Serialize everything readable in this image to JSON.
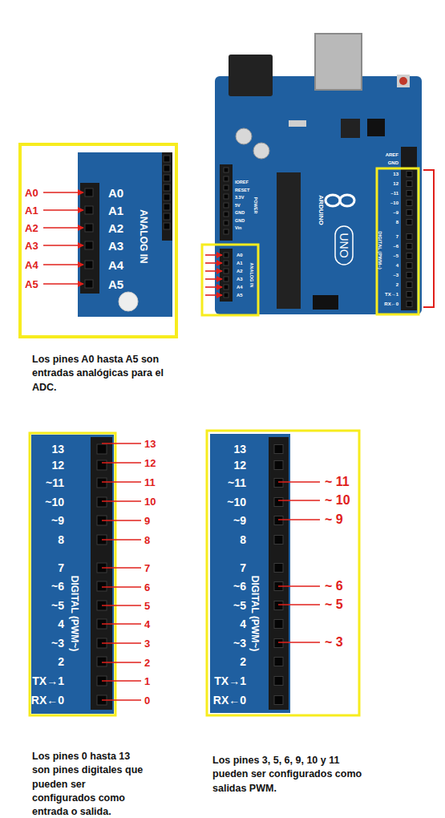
{
  "diagram": {
    "labels": [
      "A0",
      "A1",
      "A2",
      "A3",
      "A4",
      "A5",
      "A0",
      "A1",
      "A2",
      "A3",
      "A4",
      "A5",
      "ANALOG IN",
      "AREF",
      "GND",
      "13",
      "12",
      "~11",
      "~10",
      "~9",
      "8",
      "7",
      "~6",
      "~5",
      "4",
      "~3",
      "2",
      "TX→1",
      "RX←0",
      "DIGITAL (PWM~)",
      "IOREF",
      "RESET",
      "3.3V",
      "5V",
      "GND",
      "GND",
      "Vin",
      "POWER",
      "A0",
      "A1",
      "A2",
      "A3",
      "A4",
      "A5",
      "ANALOG IN",
      "ARDUINO",
      "UNO",
      "Los pines A0 hasta A5 son entradas analógicas para el ADC.",
      "13",
      "12",
      "~11",
      "~10",
      "~9",
      "8",
      "7",
      "~6",
      "~5",
      "4",
      "~3",
      "2",
      "TX→1",
      "RX←0",
      "DIGITAL (PWM~)",
      "13",
      "12",
      "11",
      "10",
      "9",
      "8",
      "7",
      "6",
      "5",
      "4",
      "3",
      "2",
      "1",
      "0",
      "13",
      "12",
      "~11",
      "~10",
      "~9",
      "8",
      "7",
      "~6",
      "~5",
      "4",
      "~3",
      "2",
      "TX→1",
      "RX←0",
      "DIGITAL (PWM~)",
      "~ 11",
      "~ 10",
      "~ 9",
      "~ 6",
      "~ 5",
      "~ 3",
      "Los pines 0 hasta 13 son pines digitales que pueden ser configurados como entrada o salida.",
      "Los pines 3, 5, 6, 9, 10 y 11 pueden ser configurados como salidas PWM."
    ]
  }
}
